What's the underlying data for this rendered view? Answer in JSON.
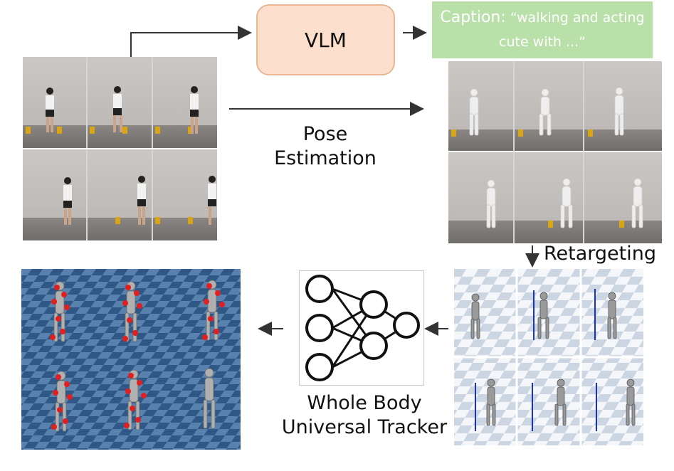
{
  "vlm": {
    "label": "VLM"
  },
  "caption": {
    "prefix": "Caption:",
    "text": "“walking and acting cute with ...”"
  },
  "pose": {
    "line1": "Pose",
    "line2": "Estimation"
  },
  "retarget": {
    "label": "Retargeting"
  },
  "tracker": {
    "line1": "Whole Body",
    "line2": "Universal Tracker"
  },
  "colors": {
    "vlm_fill": "#fcdfcc",
    "caption_fill": "#b9e0a8",
    "marker_red": "#e02020",
    "floor_blue": "#3e6a98"
  }
}
